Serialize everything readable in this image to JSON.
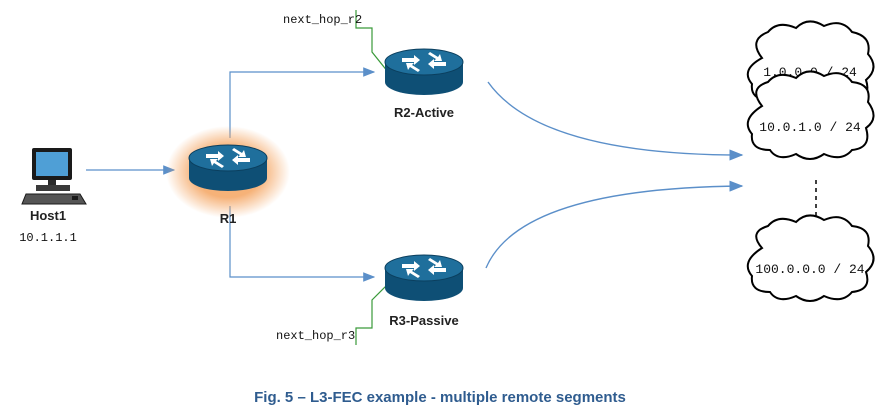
{
  "nodes": {
    "host1": {
      "label": "Host1",
      "ip": "10.1.1.1"
    },
    "r1": {
      "label": "R1"
    },
    "r2": {
      "label": "R2-Active",
      "next_hop": "next_hop_r2"
    },
    "r3": {
      "label": "R3-Passive",
      "next_hop": "next_hop_r3"
    }
  },
  "networks": [
    "1.0.0.0 / 24",
    "10.0.1.0 / 24",
    "100.0.0.0 / 24"
  ],
  "caption": "Fig. 5 – L3-FEC example - multiple remote segments",
  "colors": {
    "router_top": "#1f6f9c",
    "router_body": "#0e4f75",
    "link": "#5b8fc9",
    "glow": "#f4a460",
    "callout": "#3a9a3a",
    "caption": "#2f5c8f"
  },
  "icons": [
    "computer-icon",
    "router-icon"
  ]
}
